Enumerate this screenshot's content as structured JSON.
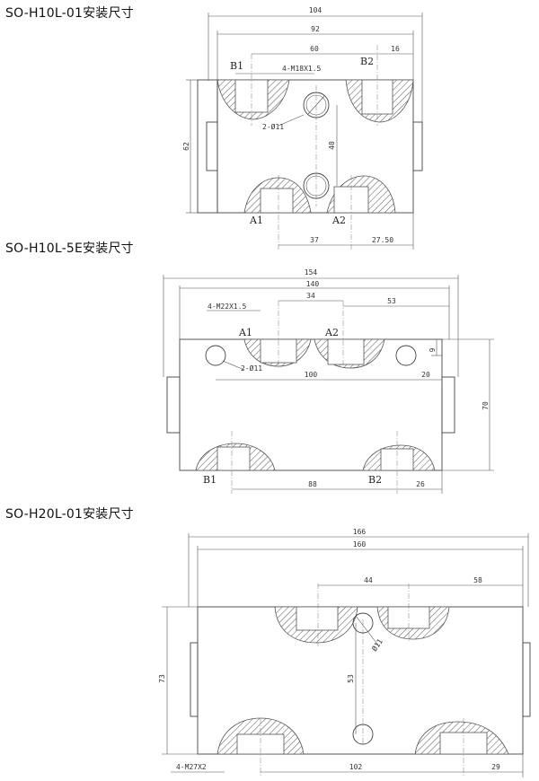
{
  "drawings": [
    {
      "title": "SO-H10L-01安装尺寸",
      "dims": {
        "d104": "104",
        "d92": "92",
        "d60": "60",
        "d16": "16",
        "d62": "62",
        "d40": "40",
        "d37": "37",
        "d27": "27.50"
      },
      "callouts": {
        "thread": "4-M18X1.5",
        "holes": "2-Ø11"
      },
      "ports": {
        "b1": "B1",
        "b2": "B2",
        "a1": "A1",
        "a2": "A2"
      }
    },
    {
      "title": "SO-H10L-5E安装尺寸",
      "dims": {
        "d154": "154",
        "d140": "140",
        "d34": "34",
        "d53": "53",
        "d9": "9",
        "d100": "100",
        "d20": "20",
        "d70": "70",
        "d88": "88",
        "d26": "26"
      },
      "callouts": {
        "thread": "4-M22X1.5",
        "holes": "2-Ø11"
      },
      "ports": {
        "a1": "A1",
        "a2": "A2",
        "b1": "B1",
        "b2": "B2"
      }
    },
    {
      "title": "SO-H20L-01安装尺寸",
      "dims": {
        "d166": "166",
        "d160": "160",
        "d44": "44",
        "d58": "58",
        "d73": "73",
        "d53": "53",
        "d102": "102",
        "d29": "29"
      },
      "callouts": {
        "thread": "4-M27X2",
        "hole": "Ø11"
      }
    }
  ]
}
